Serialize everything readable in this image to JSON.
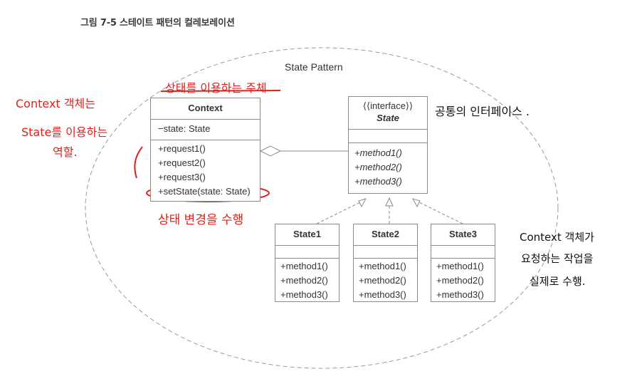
{
  "caption": "그림 7-5 스테이트 패턴의 컬레보레이션",
  "diagram": {
    "title": "State Pattern",
    "context": {
      "name": "Context",
      "attributes": [
        "−state: State"
      ],
      "methods": [
        "+request1()",
        "+request2()",
        "+request3()",
        "+setState(state: State)"
      ]
    },
    "state_interface": {
      "stereotype": "«interface»",
      "stereotype_display": "⟨⟨interface⟩⟩",
      "name": "State",
      "methods": [
        "+method1()",
        "+method2()",
        "+method3()"
      ]
    },
    "concrete_states": [
      {
        "name": "State1",
        "methods": [
          "+method1()",
          "+method2()",
          "+method3()"
        ]
      },
      {
        "name": "State2",
        "methods": [
          "+method1()",
          "+method2()",
          "+method3()"
        ]
      },
      {
        "name": "State3",
        "methods": [
          "+method1()",
          "+method2()",
          "+method3()"
        ]
      }
    ]
  },
  "annotations": {
    "context_role": [
      "Context 객체는",
      "State를 이용하는",
      "역할."
    ],
    "top_note": "상태를 이용하는 주체",
    "interface_note": "공통의 인터페이스 .",
    "setstate_note": "상태 변경을 수행",
    "concrete_note": [
      "Context 객체가",
      "요청하는 작업을",
      "실제로 수행."
    ]
  },
  "colors": {
    "annotation": "#e0201b",
    "lines": "#8a8a8a",
    "ellipse": "#9a9a9a"
  }
}
